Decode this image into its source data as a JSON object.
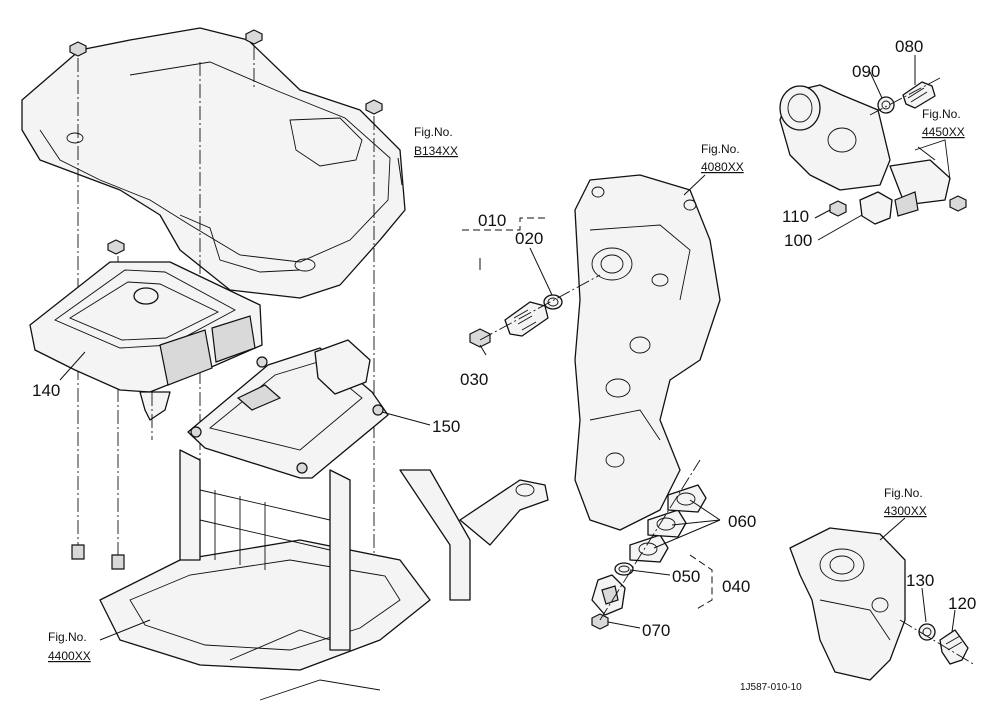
{
  "part_numbers": {
    "p010": "010",
    "p020": "020",
    "p030": "030",
    "p040": "040",
    "p050": "050",
    "p060": "060",
    "p070": "070",
    "p080": "080",
    "p090": "090",
    "p100": "100",
    "p110": "110",
    "p120": "120",
    "p130": "130",
    "p140": "140",
    "p150": "150"
  },
  "fig_refs": {
    "b134": {
      "label": "Fig.No.",
      "number": "B134XX"
    },
    "r4080": {
      "label": "Fig.No.",
      "number": "4080XX"
    },
    "r4450": {
      "label": "Fig.No.",
      "number": "4450XX"
    },
    "r4300": {
      "label": "Fig.No.",
      "number": "4300XX"
    },
    "r4400": {
      "label": "Fig.No.",
      "number": "4400XX"
    }
  },
  "document_id": "1J587-010-10"
}
